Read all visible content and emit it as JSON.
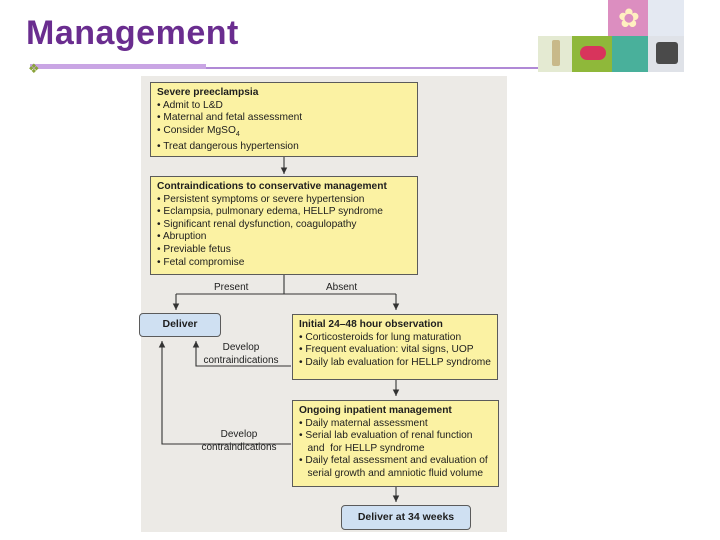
{
  "slide": {
    "title": "Management"
  },
  "flowchart": {
    "severe": {
      "heading": "Severe preeclampsia",
      "items": [
        "• Admit to L&D",
        "• Maternal and fetal assessment",
        "• Consider MgSO",
        "• Treat dangerous hypertension"
      ],
      "subscript": "4"
    },
    "contra": {
      "heading": "Contraindications to conservative management",
      "items": [
        "• Persistent symptoms or severe hypertension",
        "• Eclampsia, pulmonary edema, HELLP syndrome",
        "• Significant renal dysfunction, coagulopathy",
        "• Abruption",
        "• Previable fetus",
        "• Fetal compromise"
      ]
    },
    "branch": {
      "present": "Present",
      "absent": "Absent"
    },
    "deliver": {
      "label": "Deliver"
    },
    "observation": {
      "heading": "Initial 24–48 hour observation",
      "items": [
        "• Corticosteroids for lung maturation",
        "• Frequent evaluation: vital signs, UOP",
        "• Daily lab evaluation for HELLP syndrome"
      ]
    },
    "develop1": {
      "line1": "Develop",
      "line2": "contraindications"
    },
    "inpatient": {
      "heading": "Ongoing inpatient management",
      "items": [
        "• Daily maternal assessment",
        "• Serial lab evaluation of renal function",
        "   and  for HELLP syndrome",
        "• Daily fetal assessment and evaluation of",
        "   serial growth and amniotic fluid volume"
      ]
    },
    "develop2": {
      "line1": "Develop",
      "line2": "contraindications"
    },
    "deliver34": {
      "label": "Deliver at 34 weeks"
    }
  },
  "colors": {
    "title": "#6a2d8f",
    "box_fill": "#fbf2a3",
    "deliver_fill": "#cfe0f2",
    "panel": "#eceae6",
    "accent_bar": "#c9a5e4"
  }
}
